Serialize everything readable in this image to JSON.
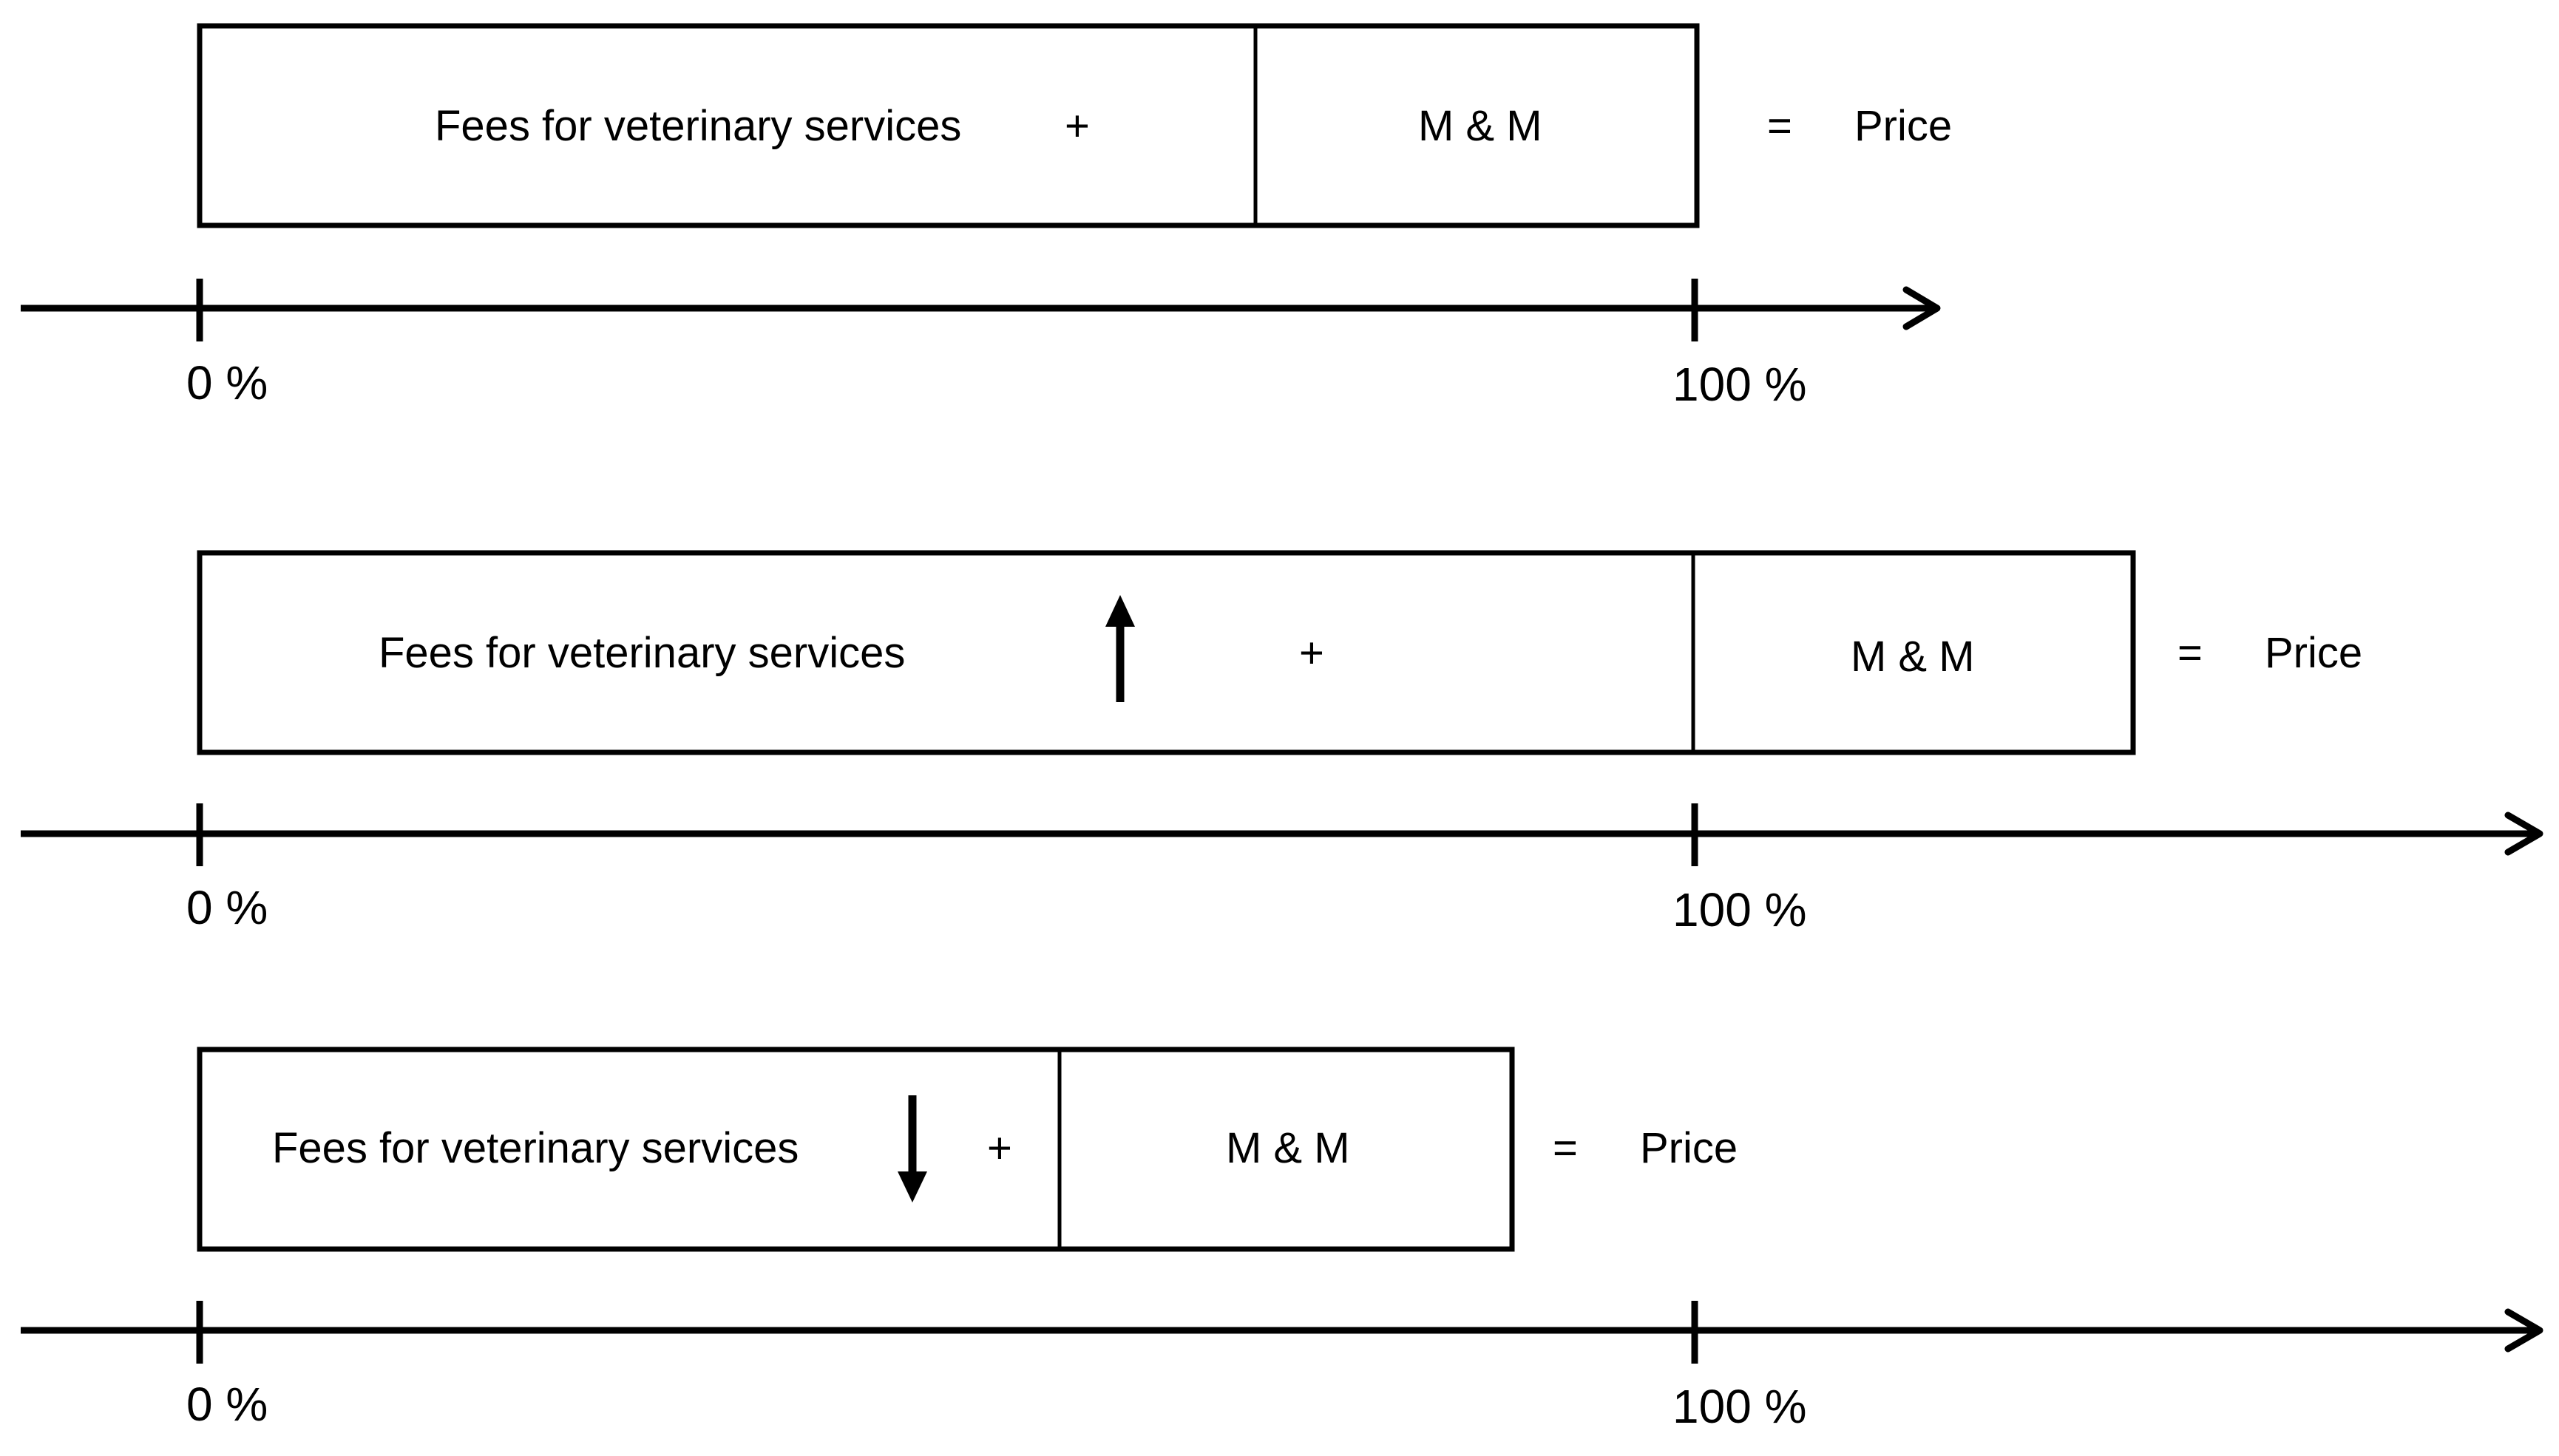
{
  "colors": {
    "stroke": "#000000",
    "background": "#ffffff"
  },
  "scenarios": [
    {
      "fees_label": "Fees for veterinary services",
      "fees_change": "none",
      "plus": "+",
      "mm_label": "M & M",
      "equals": "=",
      "price_label": "Price",
      "axis_start_label": "0 %",
      "axis_end_label": "100 %"
    },
    {
      "fees_label": "Fees for veterinary services",
      "fees_change": "increase",
      "change_icon": "arrow-up-icon",
      "plus": "+",
      "mm_label": "M & M",
      "equals": "=",
      "price_label": "Price",
      "axis_start_label": "0 %",
      "axis_end_label": "100 %"
    },
    {
      "fees_label": "Fees for veterinary services",
      "fees_change": "decrease",
      "change_icon": "arrow-down-icon",
      "plus": "+",
      "mm_label": "M & M",
      "equals": "=",
      "price_label": "Price",
      "axis_start_label": "0 %",
      "axis_end_label": "100 %"
    }
  ]
}
